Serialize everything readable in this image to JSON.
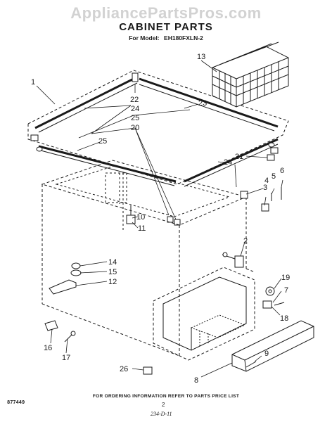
{
  "watermark": "AppliancePartsPros.com",
  "title": "CABINET PARTS",
  "subtitle": {
    "prefix": "For Model:",
    "model": "EH180FXLN-2"
  },
  "callouts": [
    "1",
    "13",
    "22",
    "24",
    "23",
    "25",
    "20",
    "25",
    "21",
    "24",
    "3",
    "4",
    "5",
    "6",
    "10",
    "11",
    "2",
    "14",
    "15",
    "12",
    "19",
    "7",
    "18",
    "16",
    "17",
    "9",
    "8",
    "26"
  ],
  "footer": {
    "ordering_note": "FOR ORDERING INFORMATION REFER TO PARTS PRICE LIST",
    "doc_id": "877449",
    "page": "2",
    "revision": "234-D-11"
  }
}
